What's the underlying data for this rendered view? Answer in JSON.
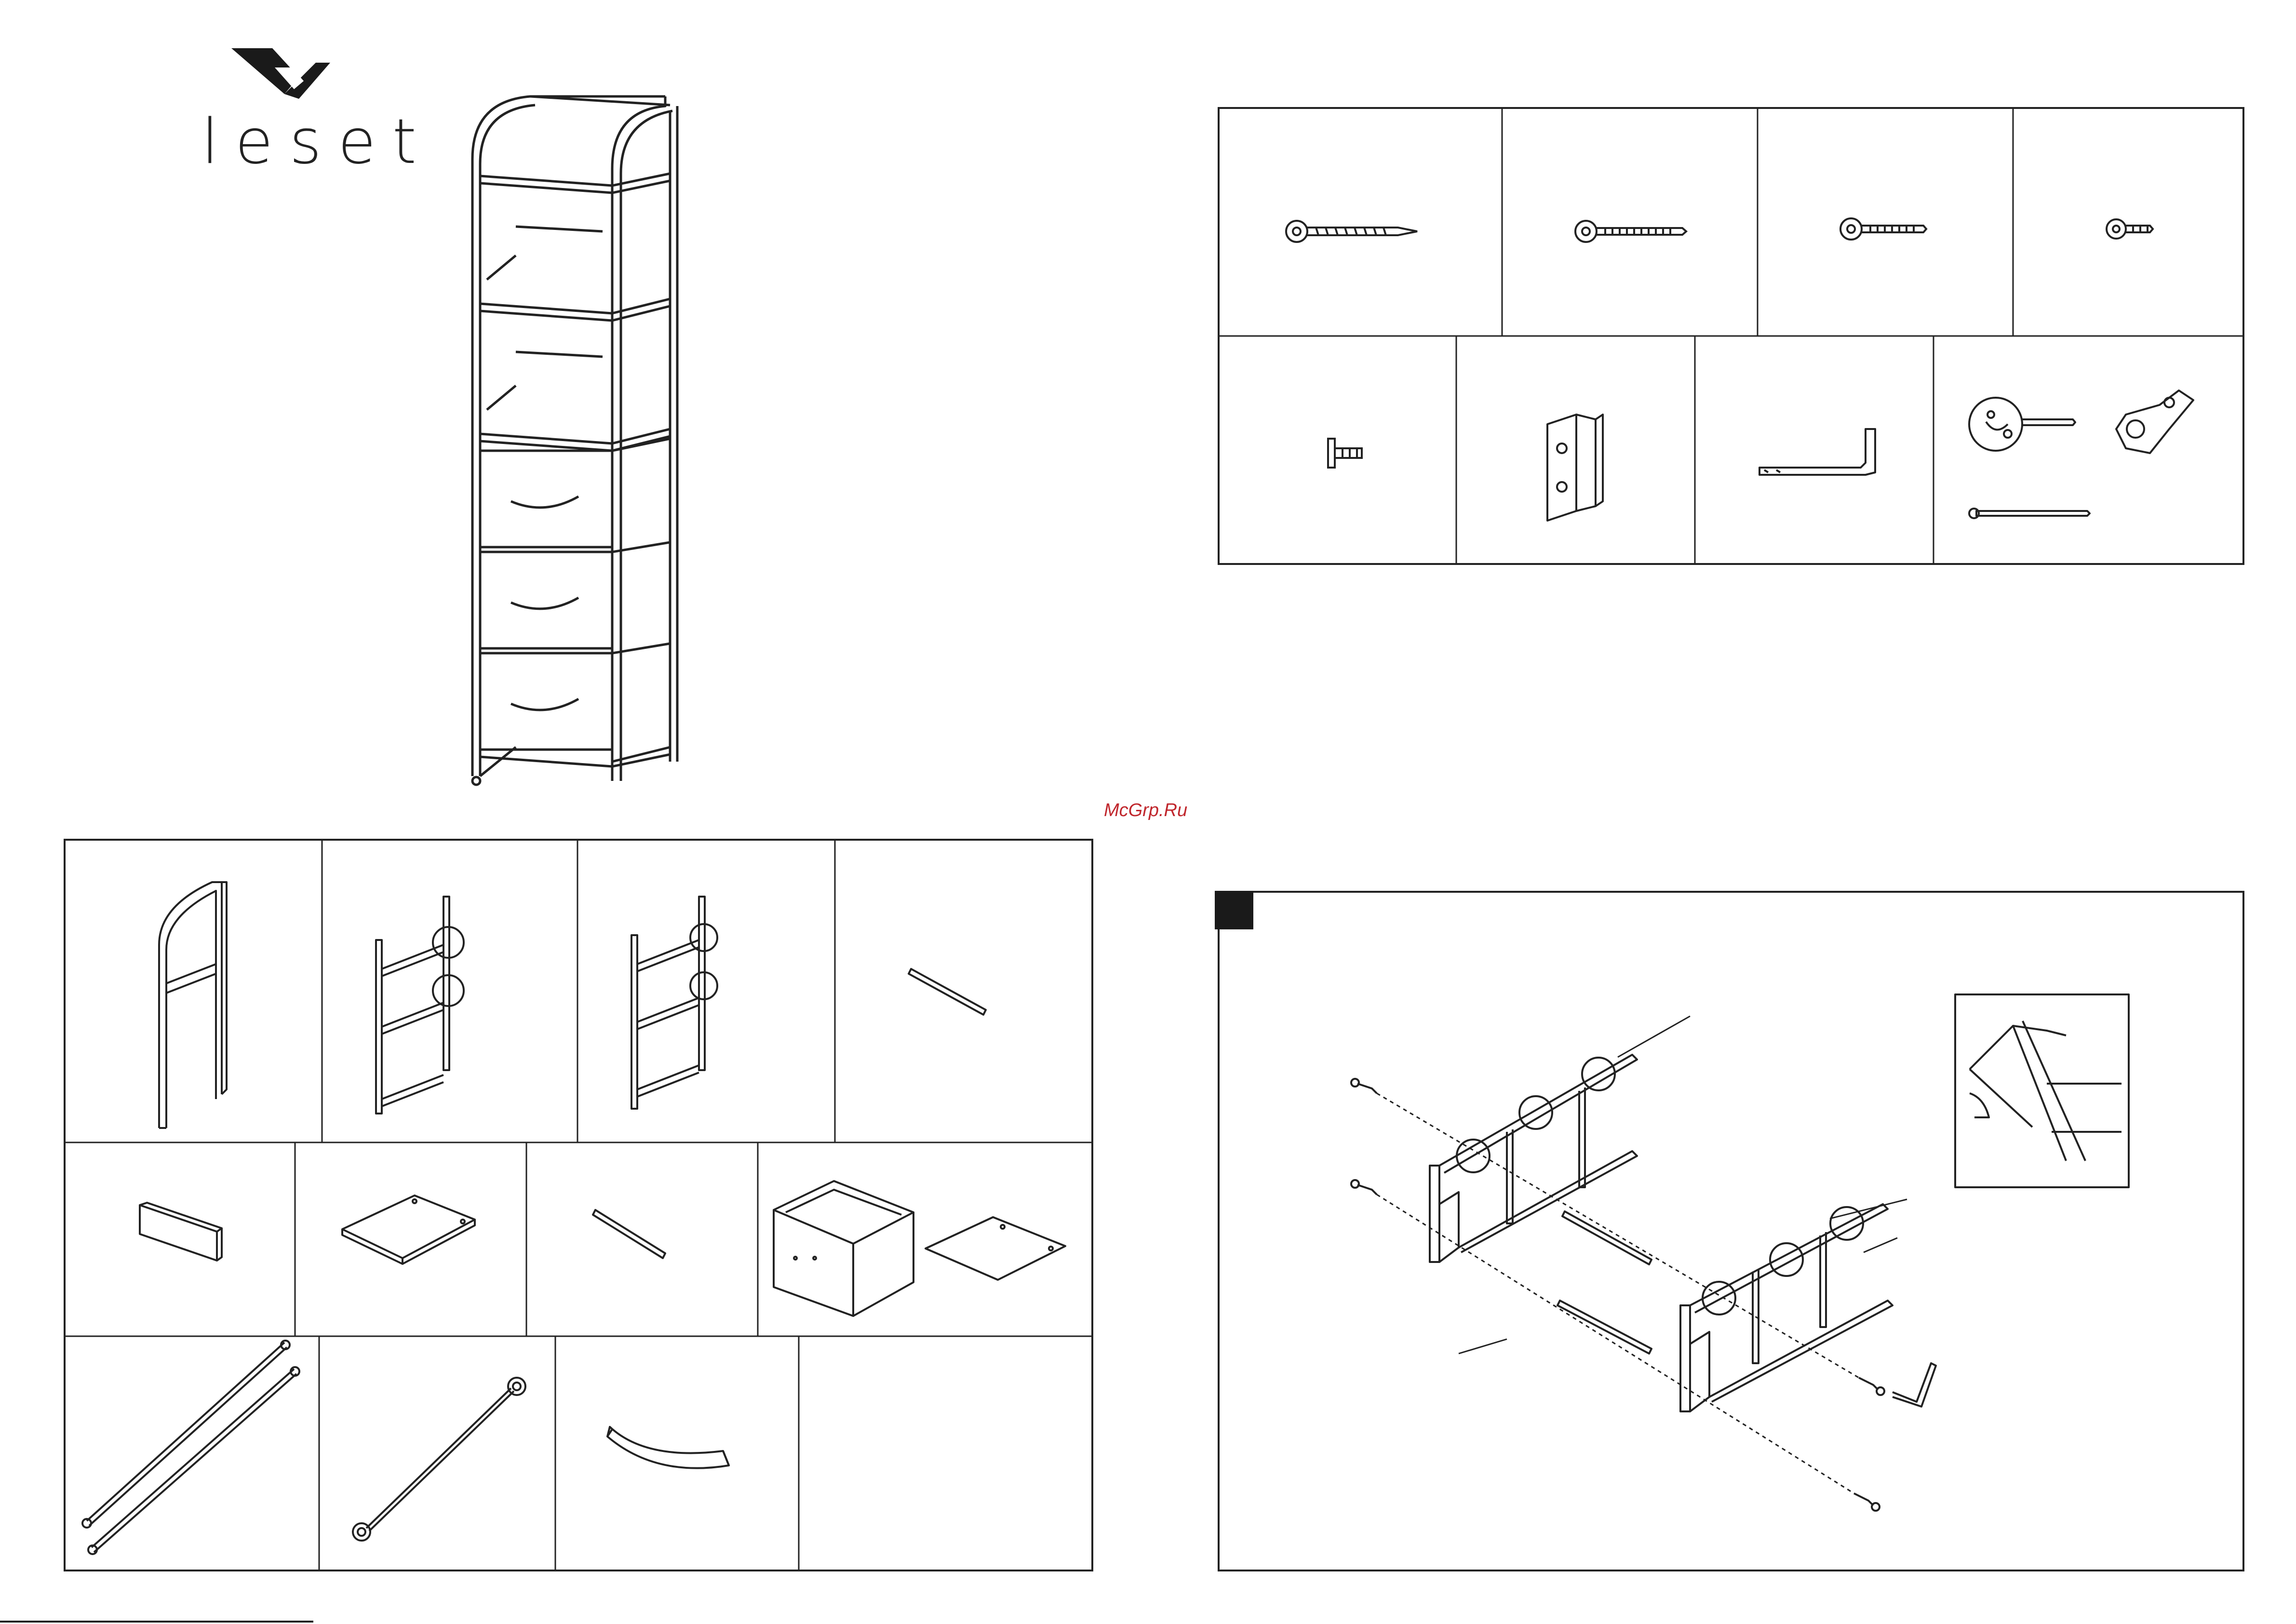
{
  "brand": {
    "name": "leset"
  },
  "watermark": {
    "text": "McGrp.Ru"
  },
  "step": {
    "number": ""
  },
  "icons": {
    "logo": "leset-logo-mark",
    "product": "tall-shelf-with-three-drawers",
    "hardware": [
      "long-screw",
      "medium-bolt",
      "short-bolt",
      "small-bolt",
      "cam-pin",
      "u-bracket",
      "allen-key",
      "cam-lock-set"
    ],
    "parts": [
      "side-frame-rounded",
      "side-frame-ladder-a",
      "side-frame-ladder-b",
      "connecting-rod",
      "front-panel",
      "shelf-board",
      "short-rod",
      "fabric-drawer",
      "cross-brace-pair",
      "cross-brace-single",
      "drawer-handle"
    ]
  }
}
